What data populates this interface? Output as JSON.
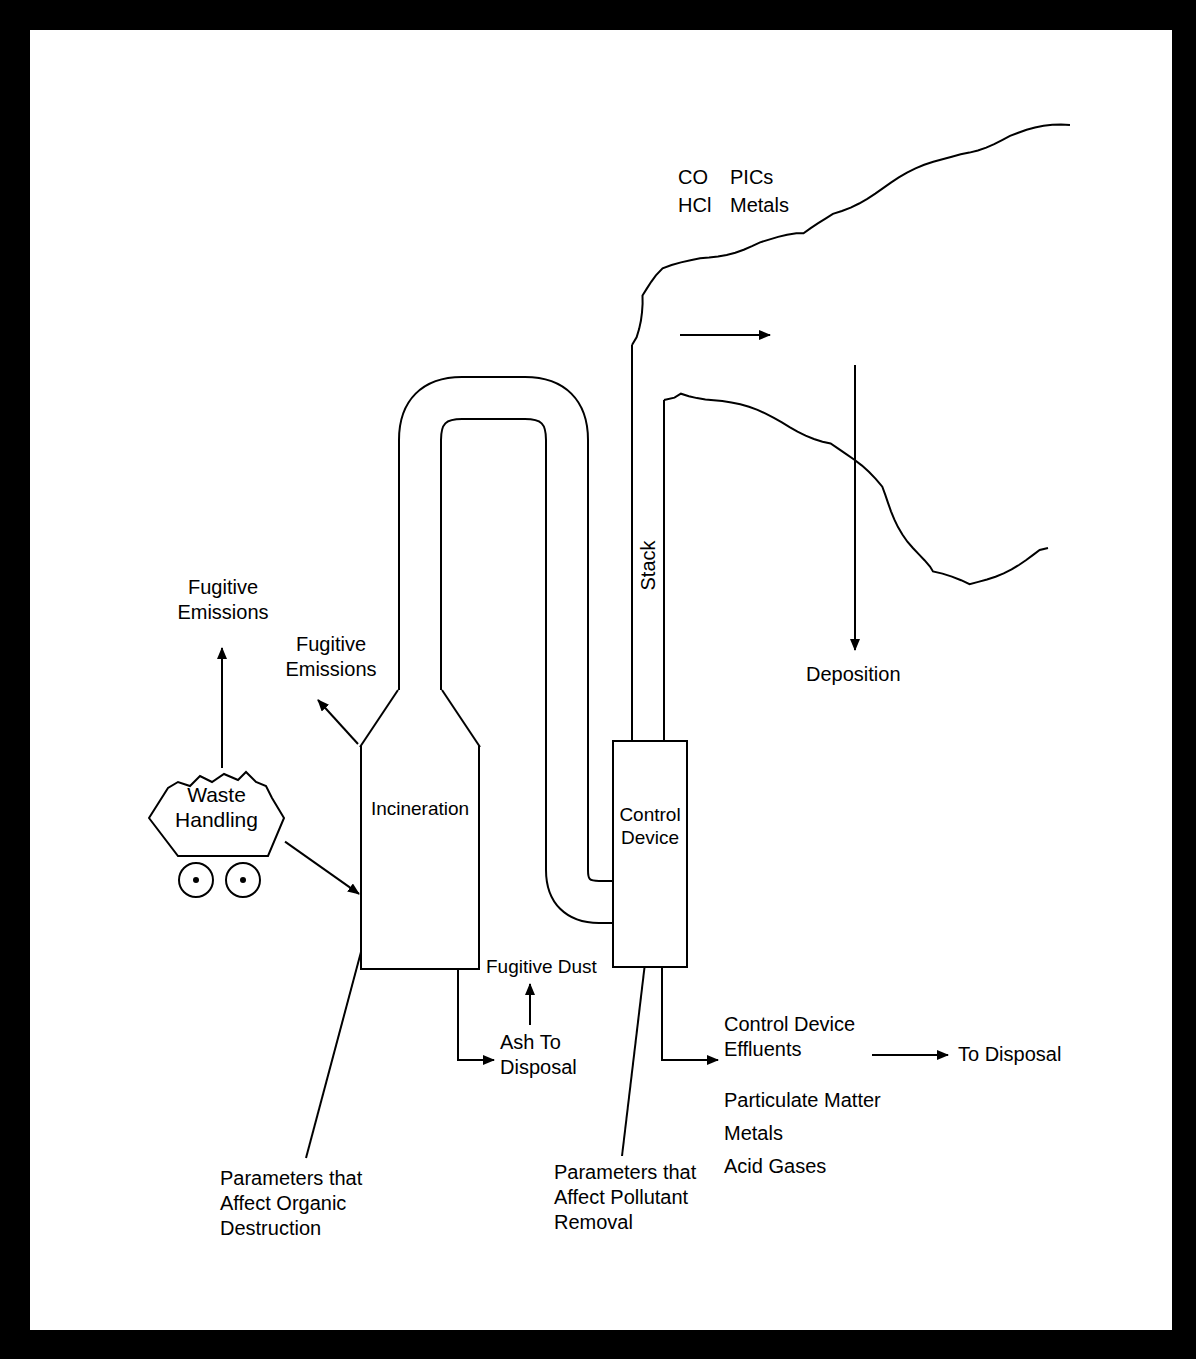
{
  "diagram": {
    "nodes": [
      {
        "text": [
          "Waste Handling"
        ]
      },
      {
        "text": [
          "Incineration"
        ]
      },
      {
        "text": [
          "Control Device"
        ]
      }
    ],
    "edges": [
      {
        "from": 0,
        "to": 1,
        "arrow": "to"
      },
      {
        "from": 1,
        "to": 2,
        "arrow": "none"
      }
    ],
    "labels": [
      "Fugitive Emissions",
      "Fugitive Emissions",
      "CO",
      "PICs",
      "HCl",
      "Metals",
      "Stack",
      "Deposition",
      "Fugitive Dust",
      "Ash To Disposal",
      "Control Device Effluents",
      "Particulate Matter",
      "Metals",
      "Acid Gases",
      "To Disposal",
      "Parameters that Affect Organic Destruction",
      "Parameters that Affect Pollutant Removal"
    ]
  }
}
